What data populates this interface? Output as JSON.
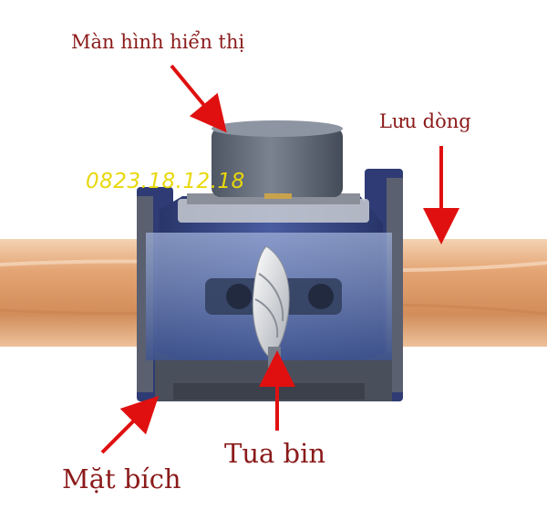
{
  "labels": {
    "display_screen": "Màn hình hiển thị",
    "flow": "Lưu dòng",
    "turbine": "Tua bin",
    "flange": "Mặt bích"
  },
  "watermark": "0823.18.12.18",
  "colors": {
    "label_text": "#8b1a1a",
    "arrow": "#e01010",
    "watermark": "#e8d80a",
    "pipe_water": "#d99a68",
    "meter_body": "#3a4a86",
    "display_cap": "#5f6774"
  }
}
